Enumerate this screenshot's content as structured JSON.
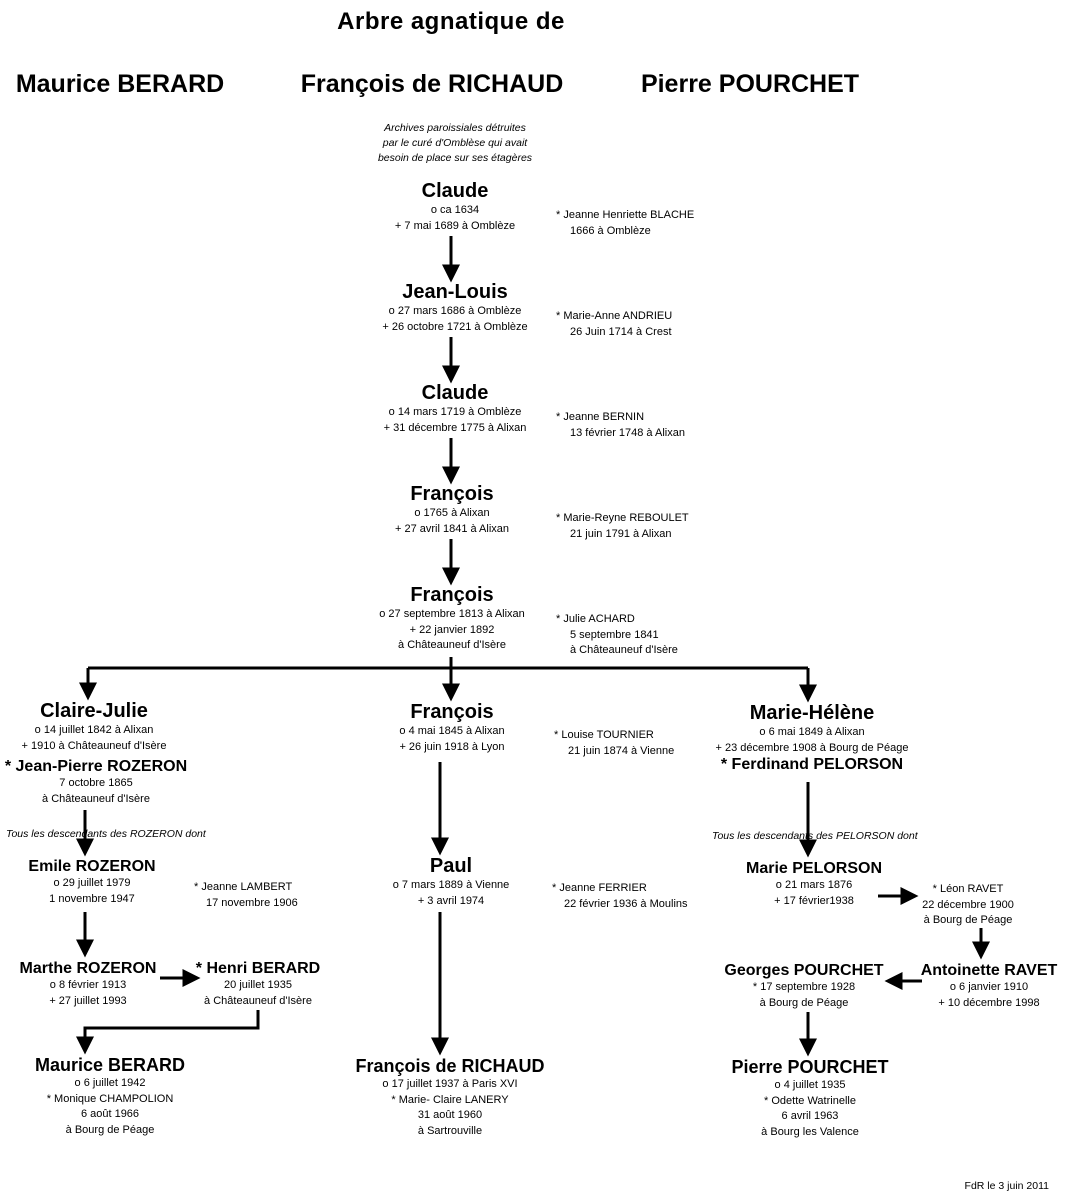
{
  "header": {
    "title": "Arbre agnatique de",
    "subjects": [
      "Maurice BERARD",
      "François de RICHAUD",
      "Pierre POURCHET"
    ]
  },
  "archives_note": [
    "Archives paroissiales détruites",
    "par le curé d'Omblèse qui avait",
    "besoin de place sur ses étagères"
  ],
  "trunk": [
    {
      "name": "Claude",
      "lines": [
        "o  ca  1634",
        "+ 7 mai 1689 à Omblèze"
      ],
      "spouse": [
        "*   Jeanne Henriette BLACHE",
        "1666 à Omblèze"
      ]
    },
    {
      "name": "Jean-Louis",
      "lines": [
        "o 27 mars 1686 à Omblèze",
        "+ 26 octobre 1721 à Omblèze"
      ],
      "spouse": [
        "*   Marie-Anne  ANDRIEU",
        "26 Juin 1714 à Crest"
      ]
    },
    {
      "name": "Claude",
      "lines": [
        "o 14 mars 1719 à Omblèze",
        "+ 31 décembre 1775 à Alixan"
      ],
      "spouse": [
        "*   Jeanne  BERNIN",
        "13 février 1748 à Alixan"
      ]
    },
    {
      "name": "François",
      "lines": [
        "o 1765 à Alixan",
        "+ 27 avril 1841 à Alixan"
      ],
      "spouse": [
        "*   Marie-Reyne  REBOULET",
        "21 juin 1791 à Alixan"
      ]
    },
    {
      "name": "François",
      "lines": [
        "o 27 septembre 1813 à Alixan",
        "+ 22 janvier 1892",
        "à Châteauneuf d'Isère"
      ],
      "spouse": [
        "*   Julie  ACHARD",
        "5 septembre 1841",
        "à Châteauneuf d'Isère"
      ]
    }
  ],
  "left": {
    "claire": {
      "name": "Claire-Julie",
      "lines": [
        "o 14 juillet 1842 à Alixan",
        "+ 1910 à Châteauneuf d'Isère"
      ],
      "spouse_name": "* Jean-Pierre ROZERON",
      "spouse_lines": [
        "7 octobre 1865",
        "à Châteauneuf d'Isère"
      ]
    },
    "note": "Tous les descendants des ROZERON dont",
    "emile": {
      "name": "Emile  ROZERON",
      "lines": [
        "o 29 juillet 1979",
        "1 novembre 1947"
      ],
      "spouse": [
        "*   Jeanne  LAMBERT",
        "17 novembre 1906"
      ]
    },
    "marthe": {
      "name": "Marthe ROZERON",
      "lines": [
        "o 8 février 1913",
        "+ 27 juillet 1993"
      ]
    },
    "henri": {
      "name": "* Henri  BERARD",
      "lines": [
        "20 juillet 1935",
        "à Châteauneuf d'Isère"
      ]
    },
    "maurice": {
      "name": "Maurice  BERARD",
      "lines": [
        "o 6 juillet 1942",
        "*   Monique  CHAMPOLION",
        "6 août 1966",
        "à Bourg de Péage"
      ]
    }
  },
  "middle": {
    "francois": {
      "name": "François",
      "lines": [
        "o 4 mai 1845 à Alixan",
        "+ 26 juin 1918 à Lyon"
      ],
      "spouse": [
        "*   Louise  TOURNIER",
        "21 juin 1874 à Vienne"
      ]
    },
    "paul": {
      "name": "Paul",
      "lines": [
        "o 7 mars 1889 à Vienne",
        "+ 3 avril 1974"
      ],
      "spouse": [
        "*   Jeanne  FERRIER",
        "22 février 1936 à Moulins"
      ]
    },
    "francois_richaud": {
      "name": "François de RICHAUD",
      "lines": [
        "o    17 juillet 1937 à Paris XVI",
        "*    Marie- Claire  LANERY",
        "31 août 1960",
        "à   Sartrouville"
      ]
    }
  },
  "right": {
    "marie_helene": {
      "name": "Marie-Hélène",
      "lines": [
        "o 6 mai 1849 à Alixan",
        "+ 23 décembre 1908 à Bourg de Péage"
      ],
      "spouse_name": "* Ferdinand PELORSON"
    },
    "note": "Tous les descendants des PELORSON dont",
    "marie_pelorson": {
      "name": "Marie  PELORSON",
      "lines": [
        "o 21 mars 1876",
        "+ 17 février1938"
      ]
    },
    "leon": {
      "lines": [
        "*  Léon  RAVET",
        "22 décembre 1900",
        "à Bourg de Péage"
      ]
    },
    "antoinette": {
      "name": "Antoinette  RAVET",
      "lines": [
        "o 6 janvier 1910",
        "+ 10 décembre 1998"
      ]
    },
    "georges": {
      "name": "Georges  POURCHET",
      "lines": [
        "*  17 septembre 1928",
        "à Bourg de Péage"
      ]
    },
    "pierre": {
      "name": "Pierre  POURCHET",
      "lines": [
        "o 4 juillet 1935",
        "* Odette Watrinelle",
        "6 avril 1963",
        "à Bourg les Valence"
      ]
    }
  },
  "footer": "FdR le 3 juin 2011"
}
